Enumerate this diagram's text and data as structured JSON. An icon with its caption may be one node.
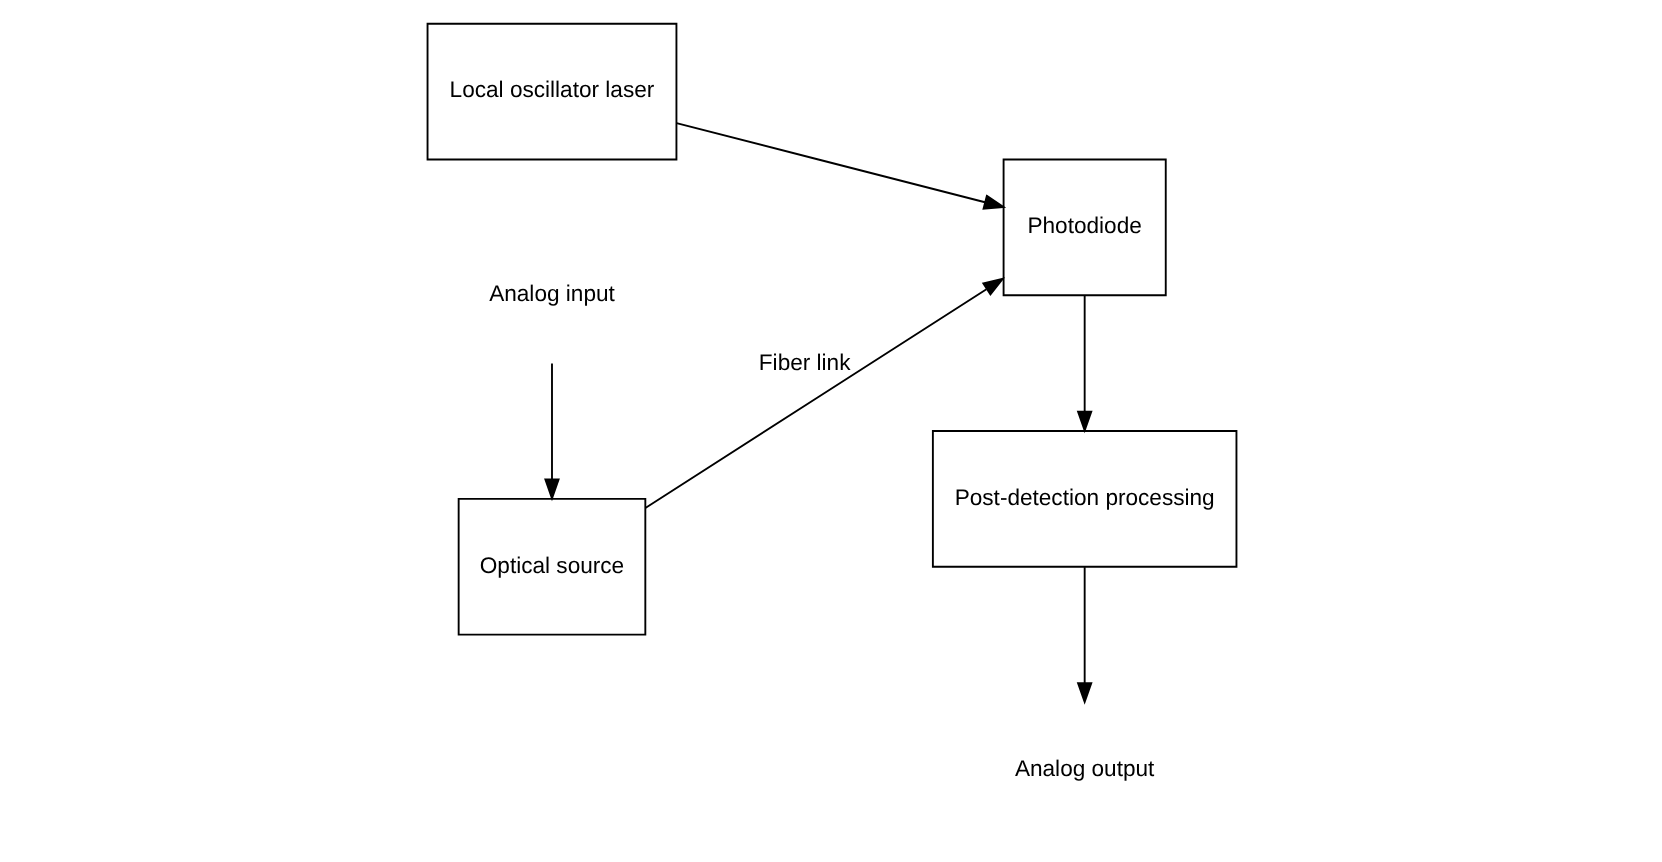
{
  "diagram": {
    "nodes": [
      {
        "text": [
          "Optical source"
        ]
      },
      {
        "text": [
          "Analog input"
        ]
      },
      {
        "text": [
          "Photodiode"
        ]
      },
      {
        "text": [
          "Local oscillator laser"
        ]
      },
      {
        "text": [
          "Post-detection processing"
        ]
      },
      {
        "text": [
          "Analog output"
        ]
      }
    ],
    "edges": [
      {
        "from": 1,
        "to": 0,
        "arrow": "to"
      },
      {
        "from": 0,
        "to": 2,
        "arrow": "to",
        "label": "Fiber link"
      },
      {
        "from": 3,
        "to": 2,
        "arrow": "to"
      },
      {
        "from": 2,
        "to": 4,
        "arrow": "to"
      },
      {
        "from": 4,
        "to": 5,
        "arrow": "to"
      }
    ]
  }
}
